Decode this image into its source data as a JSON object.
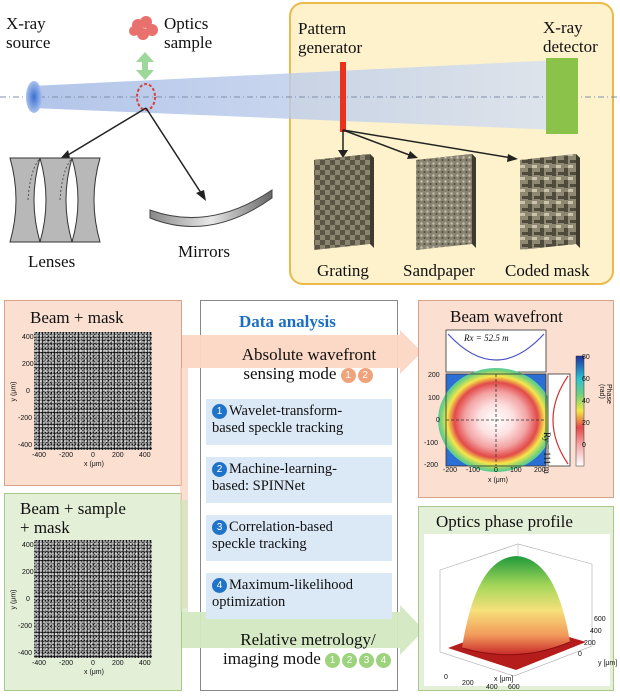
{
  "top": {
    "xray_source": [
      "X-ray",
      "source"
    ],
    "optics_sample": [
      "Optics",
      "sample"
    ],
    "pattern_generator": [
      "Pattern",
      "generator"
    ],
    "xray_detector": [
      "X-ray",
      "detector"
    ],
    "lenses": "Lenses",
    "mirrors": "Mirrors",
    "grating": "Grating",
    "sandpaper": "Sandpaper",
    "coded_mask": "Coded mask"
  },
  "left": {
    "beam_mask_title": "Beam + mask",
    "beam_sample_title": [
      "Beam + sample",
      "+ mask"
    ],
    "axis_x_label": "x (μm)",
    "axis_y_label": "y (μm)",
    "x_ticks": [
      "-400",
      "-200",
      "0",
      "200",
      "400"
    ],
    "y_ticks": [
      "400",
      "200",
      "0",
      "-200",
      "-400"
    ]
  },
  "center": {
    "title": "Data analysis",
    "absolute_mode": [
      "Absolute wavefront",
      "sensing mode"
    ],
    "absolute_nums": [
      "1",
      "2"
    ],
    "methods": [
      {
        "num": "1",
        "text": [
          "Wavelet-transform-",
          "based speckle tracking"
        ]
      },
      {
        "num": "2",
        "text": [
          "Machine-learning-",
          "based: SPINNet"
        ]
      },
      {
        "num": "3",
        "text": [
          "Correlation-based",
          "speckle tracking"
        ]
      },
      {
        "num": "4",
        "text": [
          "Maximum-likelihood",
          "optimization"
        ]
      }
    ],
    "relative_mode": [
      "Relative metrology/",
      "imaging mode"
    ],
    "relative_nums": [
      "1",
      "2",
      "3",
      "4"
    ]
  },
  "right": {
    "wavefront_title": "Beam wavefront",
    "rx_label": "Rx = 52.5 m",
    "ry_label": "Ry = 111 m",
    "wf_x_ticks": [
      "-200",
      "-100",
      "0",
      "100",
      "200"
    ],
    "wf_y_ticks": [
      "200",
      "100",
      "0",
      "-100",
      "-200"
    ],
    "wf_xlabel": "x (μm)",
    "wf_ylabel": "y (μm)",
    "colorbar_ticks": [
      "80",
      "60",
      "40",
      "20",
      "0"
    ],
    "colorbar_label": "Phase (rad)",
    "profile_title": "Optics phase profile",
    "profile_x_ticks": [
      "0",
      "200",
      "400",
      "600"
    ],
    "profile_y_ticks": [
      "0",
      "200",
      "400",
      "600"
    ],
    "profile_xlabel": "x [μm]",
    "profile_ylabel": "y [μm]"
  },
  "colors": {
    "yellow_panel": "#fdf2cc",
    "yellow_border": "#e9b94a",
    "orange_panel": "#fbe0d2",
    "green_panel": "#e4efd8",
    "blue_title": "#1a6fc4",
    "method_bg": "#dbe8f5",
    "detector": "#8bc34a",
    "pattern": "#e8321e"
  }
}
